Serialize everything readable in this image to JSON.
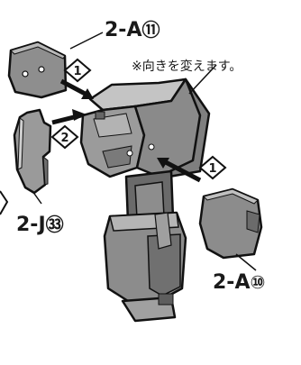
{
  "instructions": {
    "note": "※向きを変えます。",
    "parts": {
      "top_label": "2-A",
      "top_num": "⑪",
      "right_label": "2-A",
      "right_num": "⑩",
      "left_label": "2-J",
      "left_num": "㉝"
    },
    "steps": {
      "step_top": "1",
      "step_mid": "2",
      "step_right": "1"
    }
  },
  "colors": {
    "part_fill": "#8e8e8e",
    "part_light": "#b9b9b9",
    "part_dark": "#5f5f5f",
    "outline": "#111111"
  }
}
